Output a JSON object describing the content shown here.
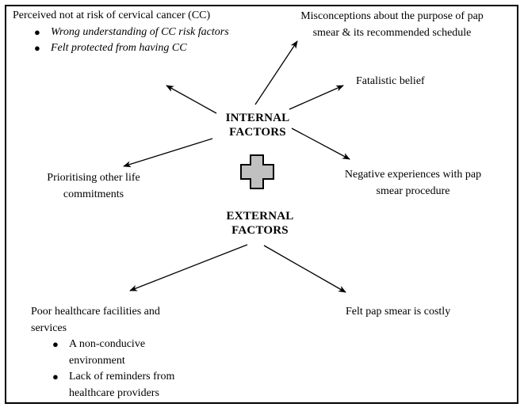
{
  "colors": {
    "cross_fill": "#c0c0c0",
    "line": "#000000",
    "background": "#ffffff"
  },
  "center": {
    "internal": {
      "line1": "INTERNAL",
      "line2": "FACTORS"
    },
    "external": {
      "line1": "EXTERNAL",
      "line2": "FACTORS"
    },
    "cross_icon": "medical-cross-icon"
  },
  "internal_factors": {
    "perceived": {
      "text": "Perceived not at risk of cervical cancer (CC)",
      "bullets": [
        "Wrong understanding of CC risk factors",
        "Felt protected from having CC"
      ]
    },
    "misconceptions": {
      "text": "Misconceptions about the purpose of pap smear & its recommended schedule"
    },
    "fatalistic": {
      "text": "Fatalistic belief"
    },
    "prioritising": {
      "text": "Prioritising other life commitments"
    },
    "negative": {
      "text": "Negative experiences with pap smear procedure"
    }
  },
  "external_factors": {
    "facilities": {
      "text": "Poor healthcare facilities and services",
      "bullets": [
        "A non-conducive environment",
        "Lack of reminders from healthcare providers"
      ]
    },
    "costly": {
      "text": "Felt pap smear is costly"
    }
  }
}
